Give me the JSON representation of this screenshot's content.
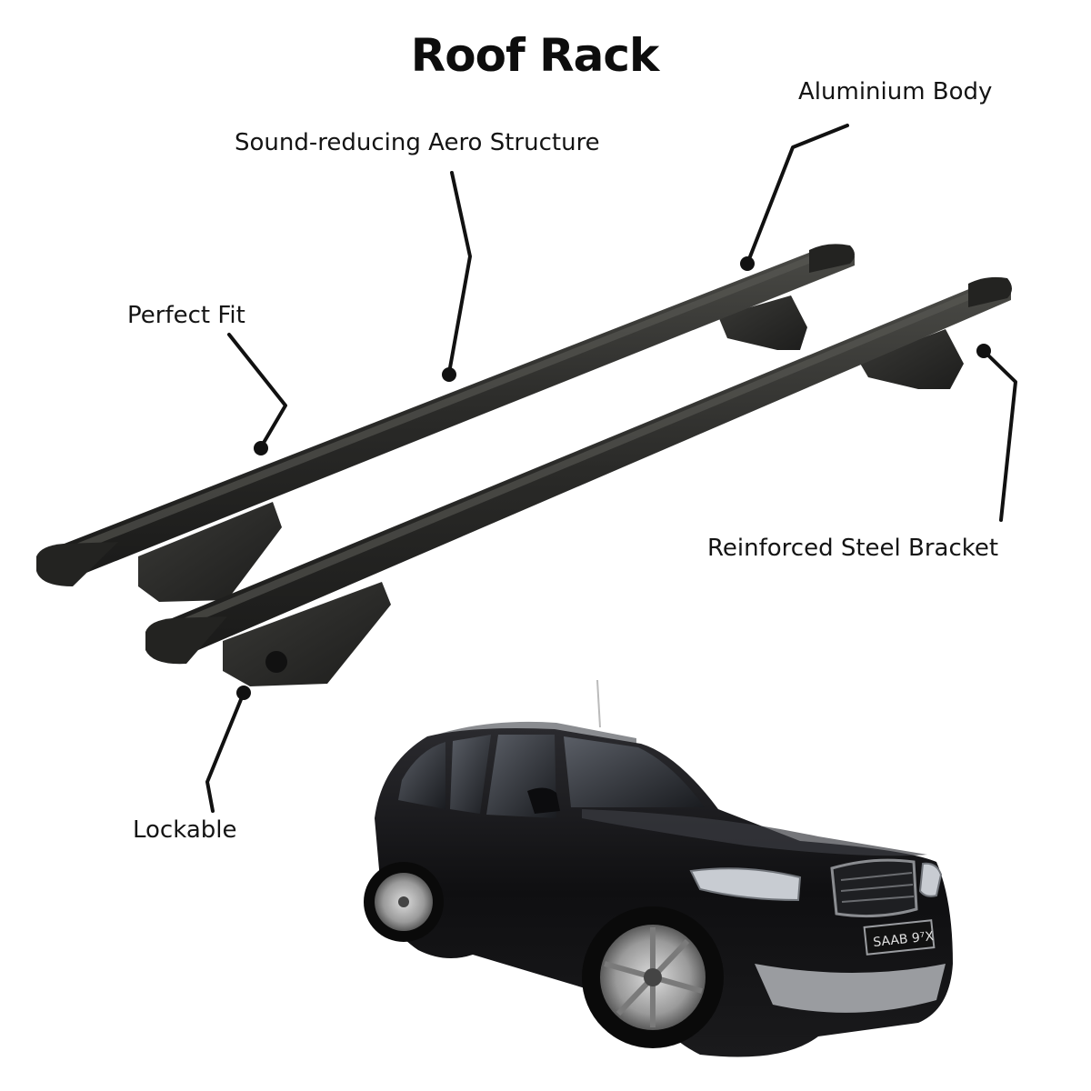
{
  "title": "Roof Rack",
  "callouts": {
    "aluminium_body": "Aluminium Body",
    "aero_structure": "Sound-reducing Aero Structure",
    "perfect_fit": "Perfect Fit",
    "steel_bracket": "Reinforced Steel Bracket",
    "lockable": "Lockable"
  },
  "vehicle": {
    "plate_text": "SAAB 9⁷X"
  },
  "colors": {
    "bar": "#2a2a28",
    "bar_highlight": "#4a4a46",
    "car_body": "#141416",
    "leader": "#111111"
  }
}
